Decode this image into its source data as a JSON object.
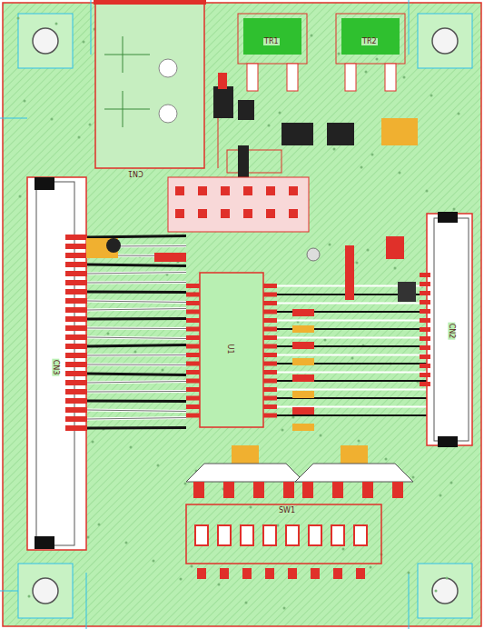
{
  "diagram": {
    "labels": [
      "CN1",
      "TR1",
      "TR2",
      "CN3",
      "CN2",
      "U1",
      "SW1"
    ]
  }
}
